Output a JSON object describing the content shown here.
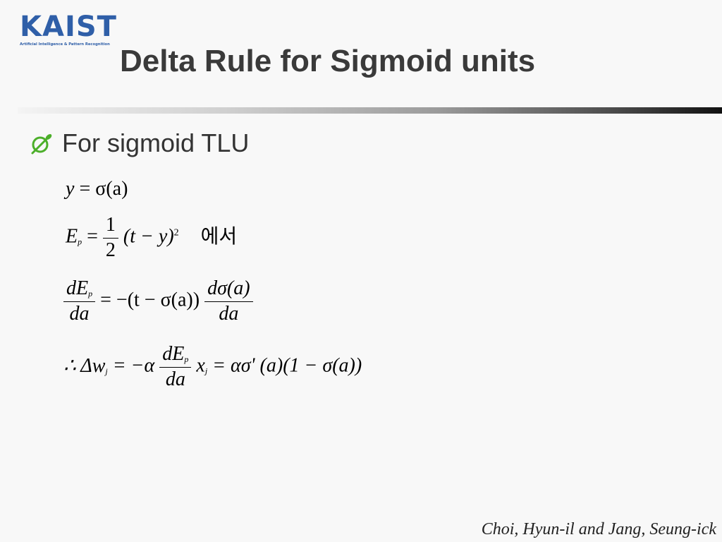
{
  "logo": {
    "main_text": "KAIST",
    "sub_text": "Artificial Intelligence & Pattern Recognition"
  },
  "title": "Delta Rule for Sigmoid units",
  "bullet": {
    "text": "For sigmoid TLU",
    "icon": "leaf-bullet-icon",
    "icon_color": "#4caf2a"
  },
  "equations": {
    "eq1": {
      "lhs": "y",
      "rhs": "σ(a)"
    },
    "eq2": {
      "lhs": "E",
      "lhs_sub": "p",
      "frac_num": "1",
      "frac_den": "2",
      "rhs": "(t − y)",
      "exponent": "2",
      "korean": "에서"
    },
    "eq3": {
      "lhs_num": "dE",
      "lhs_num_sub": "p",
      "lhs_den": "da",
      "middle": "= −(t − σ(a))",
      "rhs_num": "dσ(a)",
      "rhs_den": "da"
    },
    "eq4": {
      "prefix": "∴ Δw",
      "prefix_sub": "j",
      "eq_alpha": "= −α",
      "frac_num": "dE",
      "frac_num_sub": "p",
      "frac_den": "da",
      "x": "x",
      "x_sub": "j",
      "rhs": "= ασ' (a)(1 − σ(a))"
    }
  },
  "footer": "Choi, Hyun-il and Jang, Seung-ick",
  "colors": {
    "logo_blue": "#2f5fa8",
    "title": "#3a3a3a"
  }
}
